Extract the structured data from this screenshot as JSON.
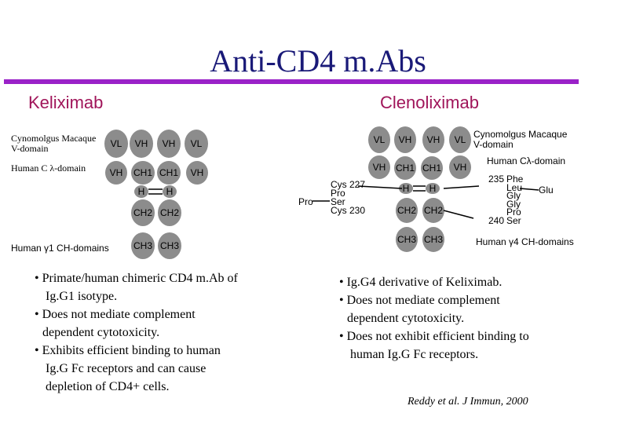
{
  "title": "Anti-CD4 m.Abs",
  "left": {
    "heading": "Keliximab",
    "macaque_label": [
      "Cynomolgus Macaque",
      "V-domain"
    ],
    "human_lambda_label": "Human C λ-domain",
    "human_g1_label": "Human γ1 CH-domains",
    "bullets": [
      [
        "• Primate/human chimeric CD4 m.Ab of",
        "Ig.G1 isotype."
      ],
      [
        "• Does not mediate complement",
        "dependent cytotoxicity."
      ],
      [
        "• Exhibits efficient binding to human",
        "Ig.G Fc receptors and can cause",
        "depletion of CD4+ cells."
      ]
    ]
  },
  "right": {
    "heading": "Clenoliximab",
    "macaque_label": [
      "Cynomolgus Macaque",
      "V-domain"
    ],
    "human_lambda_label": "Human Cλ-domain",
    "human_g4_label": "Human γ4 CH-domains",
    "mutation_left": [
      "Cys 227",
      "Pro",
      "Ser",
      "Cys 230"
    ],
    "pro_label": "Pro",
    "mutation_right_nums": [
      "235",
      "240"
    ],
    "mutation_right_residues": [
      "Phe",
      "Leu",
      "Gly",
      "Gly",
      "Pro",
      "Ser"
    ],
    "glu_label": "Glu",
    "bullets": [
      [
        "• Ig.G4 derivative of Keliximab."
      ],
      [
        "• Does not mediate complement",
        "dependent cytotoxicity."
      ],
      [
        "• Does not exhibit efficient binding to",
        "human Ig.G Fc receptors."
      ]
    ],
    "reference": "Reddy et al. J Immun, 2000"
  },
  "domains": {
    "VL": "VL",
    "VH": "VH",
    "CH1": "CH1",
    "H": "H",
    "CH2": "CH2",
    "CH3": "CH3"
  },
  "colors": {
    "title": "#1a1a78",
    "rule": "#9a22c8",
    "heading": "#a0155a",
    "domain_fill": "#8c8c8c"
  }
}
